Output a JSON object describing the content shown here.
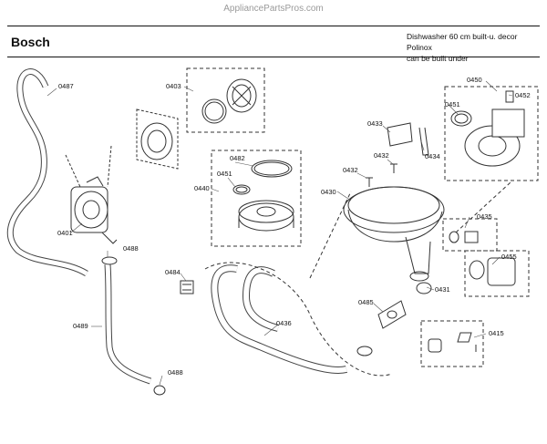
{
  "header": {
    "watermark": "AppliancePartsPros.com",
    "brand": "Bosch",
    "description_line1": "Dishwasher 60 cm built-u. decor Polinox",
    "description_line2": "can be built under"
  },
  "parts": [
    {
      "id": "p0487",
      "label": "0487"
    },
    {
      "id": "p0403",
      "label": "0403"
    },
    {
      "id": "p0401",
      "label": "0401"
    },
    {
      "id": "p0488a",
      "label": "0488"
    },
    {
      "id": "p0488b",
      "label": "0488"
    },
    {
      "id": "p0489",
      "label": "0489"
    },
    {
      "id": "p0482",
      "label": "0482"
    },
    {
      "id": "p0451a",
      "label": "0451"
    },
    {
      "id": "p0440",
      "label": "0440"
    },
    {
      "id": "p0484",
      "label": "0484"
    },
    {
      "id": "p0436",
      "label": "0436"
    },
    {
      "id": "p0433",
      "label": "0433"
    },
    {
      "id": "p0432a",
      "label": "0432"
    },
    {
      "id": "p0432b",
      "label": "0432"
    },
    {
      "id": "p0434",
      "label": "0434"
    },
    {
      "id": "p0430",
      "label": "0430"
    },
    {
      "id": "p0450",
      "label": "0450"
    },
    {
      "id": "p0451b",
      "label": "0451"
    },
    {
      "id": "p0452",
      "label": "0452"
    },
    {
      "id": "p0435",
      "label": "0435"
    },
    {
      "id": "p0455",
      "label": "0455"
    },
    {
      "id": "p0431",
      "label": "0431"
    },
    {
      "id": "p0485",
      "label": "0485"
    },
    {
      "id": "p0415",
      "label": "0415"
    }
  ]
}
